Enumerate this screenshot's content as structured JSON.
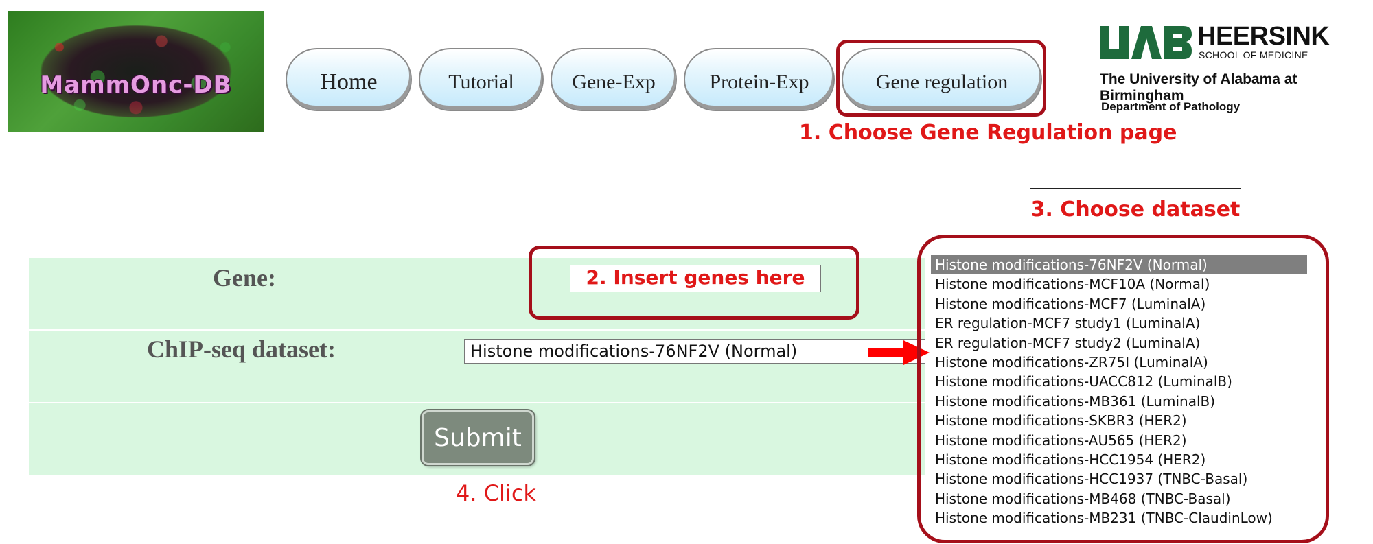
{
  "logo": {
    "text": "MammOnc-DB"
  },
  "nav": [
    {
      "label": "Home"
    },
    {
      "label": "Tutorial"
    },
    {
      "label": "Gene-Exp"
    },
    {
      "label": "Protein-Exp"
    },
    {
      "label": "Gene regulation"
    }
  ],
  "institution": {
    "heersink": "HEERSINK",
    "school": "SCHOOL OF MEDICINE",
    "university": "The University of Alabama at Birmingham",
    "department": "Department of Pathology"
  },
  "annotations": {
    "step1": "1. Choose Gene Regulation page",
    "step2": "2. Insert genes here",
    "step3": "3. Choose dataset",
    "step4": "4. Click"
  },
  "form": {
    "gene_label": "Gene:",
    "chip_label": "ChIP-seq dataset:",
    "selected_dataset": "Histone modifications-76NF2V (Normal)",
    "submit_label": "Submit"
  },
  "datasets": [
    "Histone modifications-76NF2V (Normal)",
    "Histone modifications-MCF10A (Normal)",
    "Histone modifications-MCF7 (LuminalA)",
    "ER regulation-MCF7 study1 (LuminalA)",
    "ER regulation-MCF7 study2 (LuminalA)",
    "Histone modifications-ZR75I (LuminalA)",
    "Histone modifications-UACC812 (LuminalB)",
    "Histone modifications-MB361 (LuminalB)",
    "Histone modifications-SKBR3 (HER2)",
    "Histone modifications-AU565 (HER2)",
    "Histone modifications-HCC1954 (HER2)",
    "Histone modifications-HCC1937 (TNBC-Basal)",
    "Histone modifications-MB468 (TNBC-Basal)",
    "Histone modifications-MB231 (TNBC-ClaudinLow)"
  ],
  "colors": {
    "annotation_red": "#e01818",
    "highlight_border": "#a50f1a",
    "form_background": "#d9f7e0",
    "uab_green": "#1e6b3c"
  }
}
